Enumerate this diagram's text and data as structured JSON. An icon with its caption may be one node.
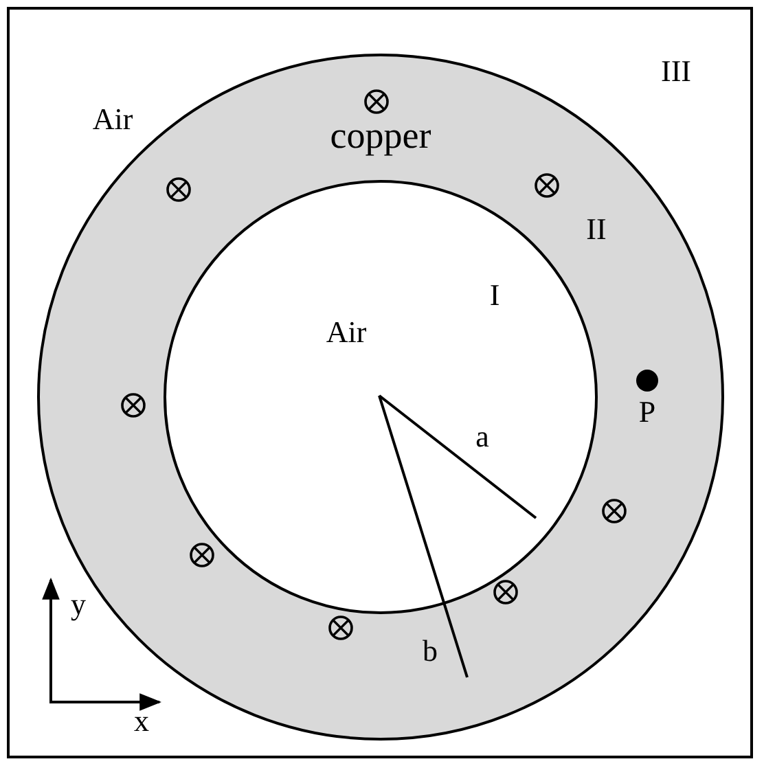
{
  "diagram": {
    "nodes": [
      {
        "text": [
          "III",
          "Air"
        ]
      },
      {
        "text": [
          "copper",
          "II"
        ],
        "in": 0
      },
      {
        "text": [
          "Air",
          "I"
        ],
        "in": 1
      }
    ],
    "labels": [
      "P",
      "a",
      "b",
      "y",
      "x"
    ]
  }
}
